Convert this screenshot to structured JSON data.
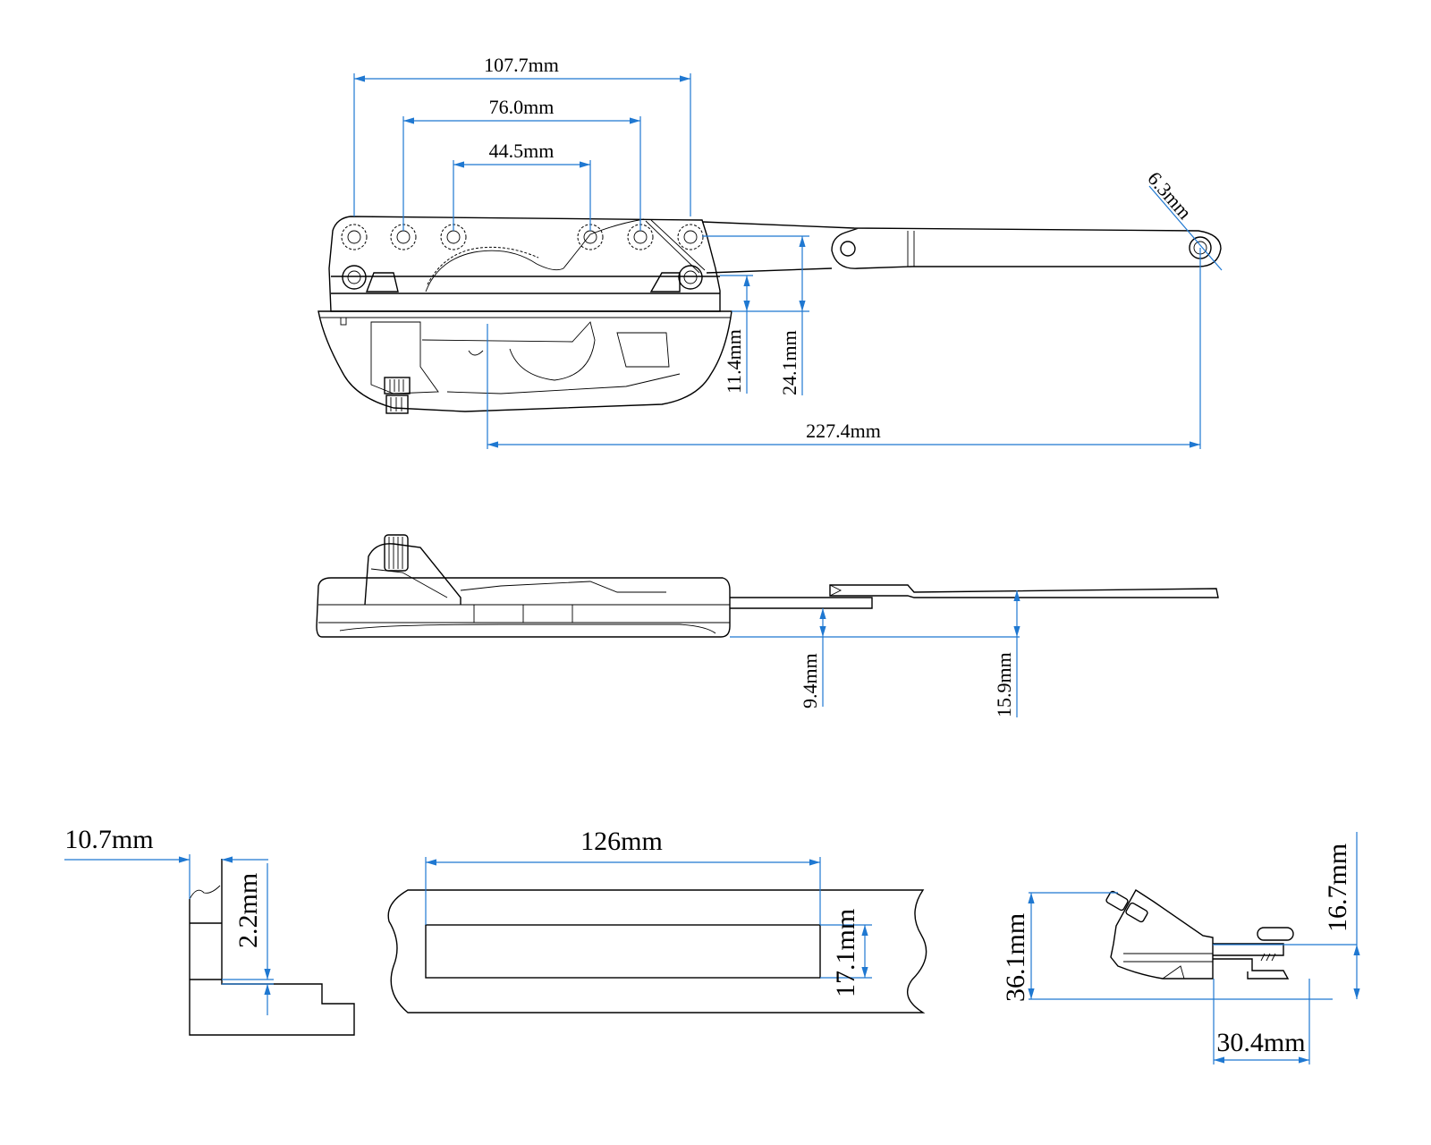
{
  "dimensions": {
    "top_view": {
      "hole_span_outer": "107.7mm",
      "hole_span_middle": "76.0mm",
      "hole_span_inner": "44.5mm",
      "arm_hole": "6.3mm",
      "base_height_small": "11.4mm",
      "base_height_large": "24.1mm",
      "arm_reach": "227.4mm"
    },
    "side_view": {
      "arm_height_low": "9.4mm",
      "arm_height_high": "15.9mm"
    },
    "sill_profile": {
      "offset": "10.7mm",
      "step": "2.2mm"
    },
    "cutout": {
      "length": "126mm",
      "width": "17.1mm"
    },
    "end_view": {
      "overall_height": "36.1mm",
      "arm_height": "16.7mm",
      "width": "30.4mm"
    }
  },
  "colors": {
    "dimension_line": "#1f78d1",
    "outline": "#000000"
  }
}
